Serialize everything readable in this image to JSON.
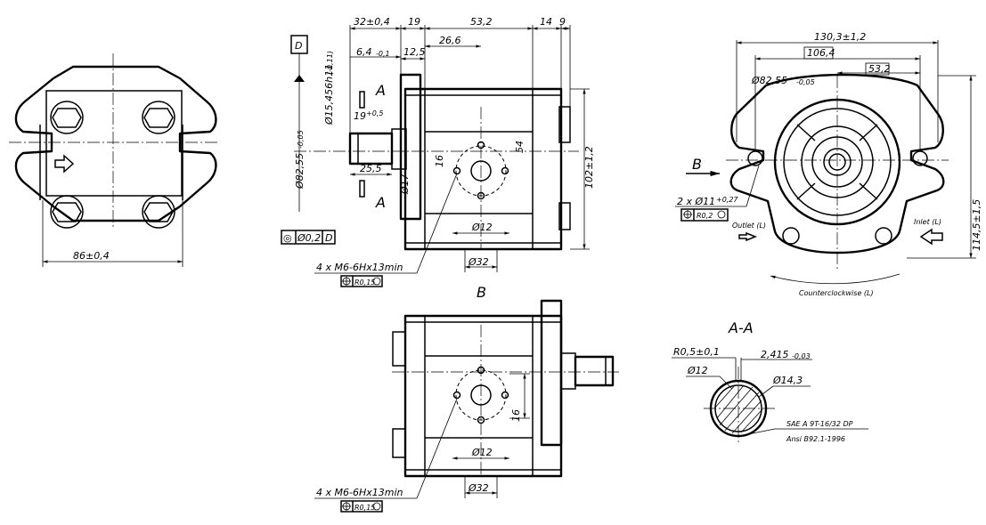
{
  "colors": {
    "ink": "#000000",
    "paper": "#ffffff"
  },
  "views": {
    "left": {
      "width_dim": "86±0,4"
    },
    "front": {
      "datum_label": "D",
      "section_mark": "A",
      "dims": {
        "d1": "32±0,4",
        "d2": "19",
        "d3": "53,2",
        "d4": "14",
        "d5": "9",
        "d6_main": "6,4",
        "d6_tol": "-0,1",
        "d7": "12,5",
        "d8": "26,6",
        "shaft_main": "Ø15,456h11",
        "shaft_tol": "(-0,11)",
        "d9_main": "19",
        "d9_tol": "+0,5",
        "d10": "25,5",
        "d11": "Ø17",
        "d12": "16",
        "d13": "54",
        "d14": "Ø12",
        "d15": "Ø32",
        "d16": "102±1,2",
        "pilot_main": "Ø82,55",
        "pilot_tol": "-0,05"
      },
      "fcf": {
        "symbol": "◎",
        "value": "Ø0,2",
        "datum": "D"
      },
      "port_note": "4 x M6-6Hx13min",
      "port_fcf": {
        "value": "R0,15"
      }
    },
    "flange": {
      "dims": {
        "w1": "130,3±1,2",
        "w2": "106,4",
        "w3": "53,2",
        "h1": "114,5±1,5",
        "pilot_main": "Ø82,55",
        "pilot_tol": "-0,05"
      },
      "view_letter": "B",
      "hole_note_main": "2 x Ø11",
      "hole_note_tol": "+0,27",
      "hole_fcf": {
        "value": "R0,2"
      },
      "outlet": "Outlet (L)",
      "inlet": "Inlet (L)",
      "rotation": "Counterclockwise (L)"
    },
    "bottom": {
      "title": "B",
      "dims": {
        "d1": "16",
        "d2": "Ø12",
        "d3": "Ø32"
      },
      "port_note": "4 x M6-6Hx13min",
      "port_fcf": {
        "value": "R0,15"
      }
    },
    "section": {
      "title": "A-A",
      "dims": {
        "r": "R0,5±0,1",
        "w_main": "2,415",
        "w_tol": "-0,03",
        "d1": "Ø12",
        "d2": "Ø14,3"
      },
      "spline_note": "SAE A 9T-16/32 DP",
      "standard": "Ansi B92.1-1996"
    }
  }
}
